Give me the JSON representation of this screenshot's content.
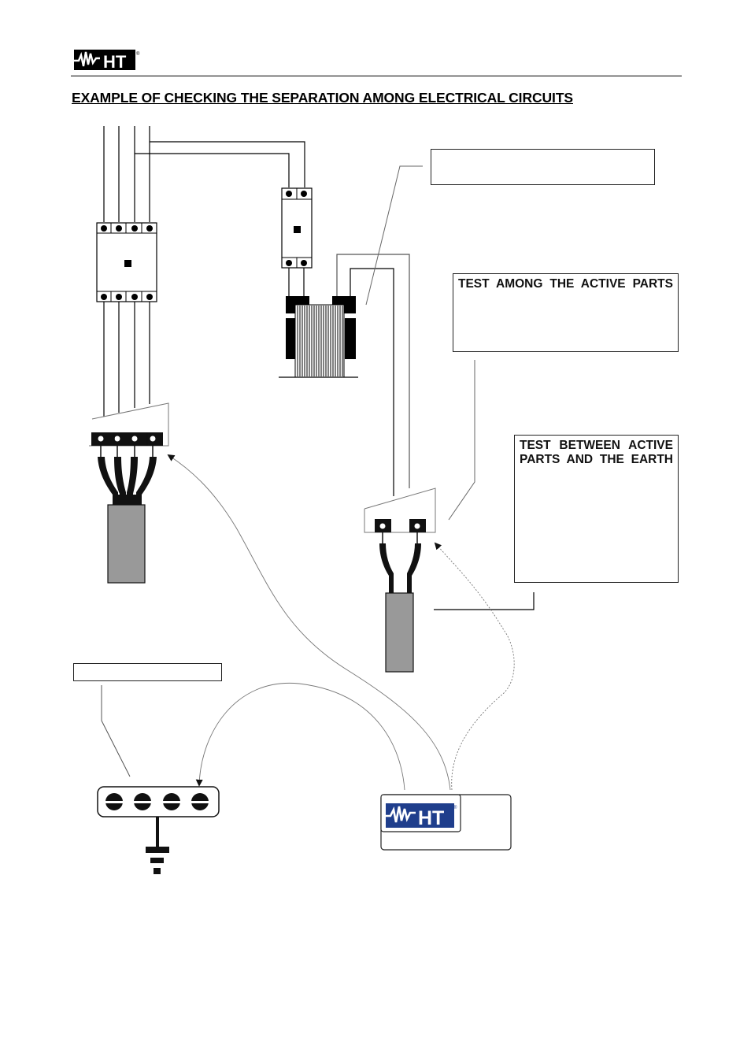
{
  "header": {
    "logo": {
      "text": "HT",
      "icon": "ht-logo-waveform-icon",
      "registered": "®"
    }
  },
  "document": {
    "title": "EXAMPLE OF CHECKING THE SEPARATION AMONG ELECTRICAL CIRCUITS"
  },
  "diagram": {
    "callouts": {
      "top_label": "",
      "active_parts": "TEST AMONG THE ACTIVE PARTS",
      "active_to_earth": "TEST BETWEEN ACTIVE PARTS AND THE EARTH",
      "earth_label": ""
    },
    "components": {
      "four_pole_breaker": {
        "poles": 4
      },
      "two_pole_breaker": {
        "poles": 2
      },
      "transformer": {
        "icon": "transformer-icon"
      },
      "four_wire_terminal_block": {
        "terminals": 4
      },
      "two_wire_terminal_block": {
        "terminals": 2
      },
      "earth_bar": {
        "screws": 4,
        "icon": "earth-ground-icon"
      },
      "instrument": {
        "brand": "HT",
        "registered": "®",
        "logo_color": "#1f3e8c"
      }
    }
  }
}
